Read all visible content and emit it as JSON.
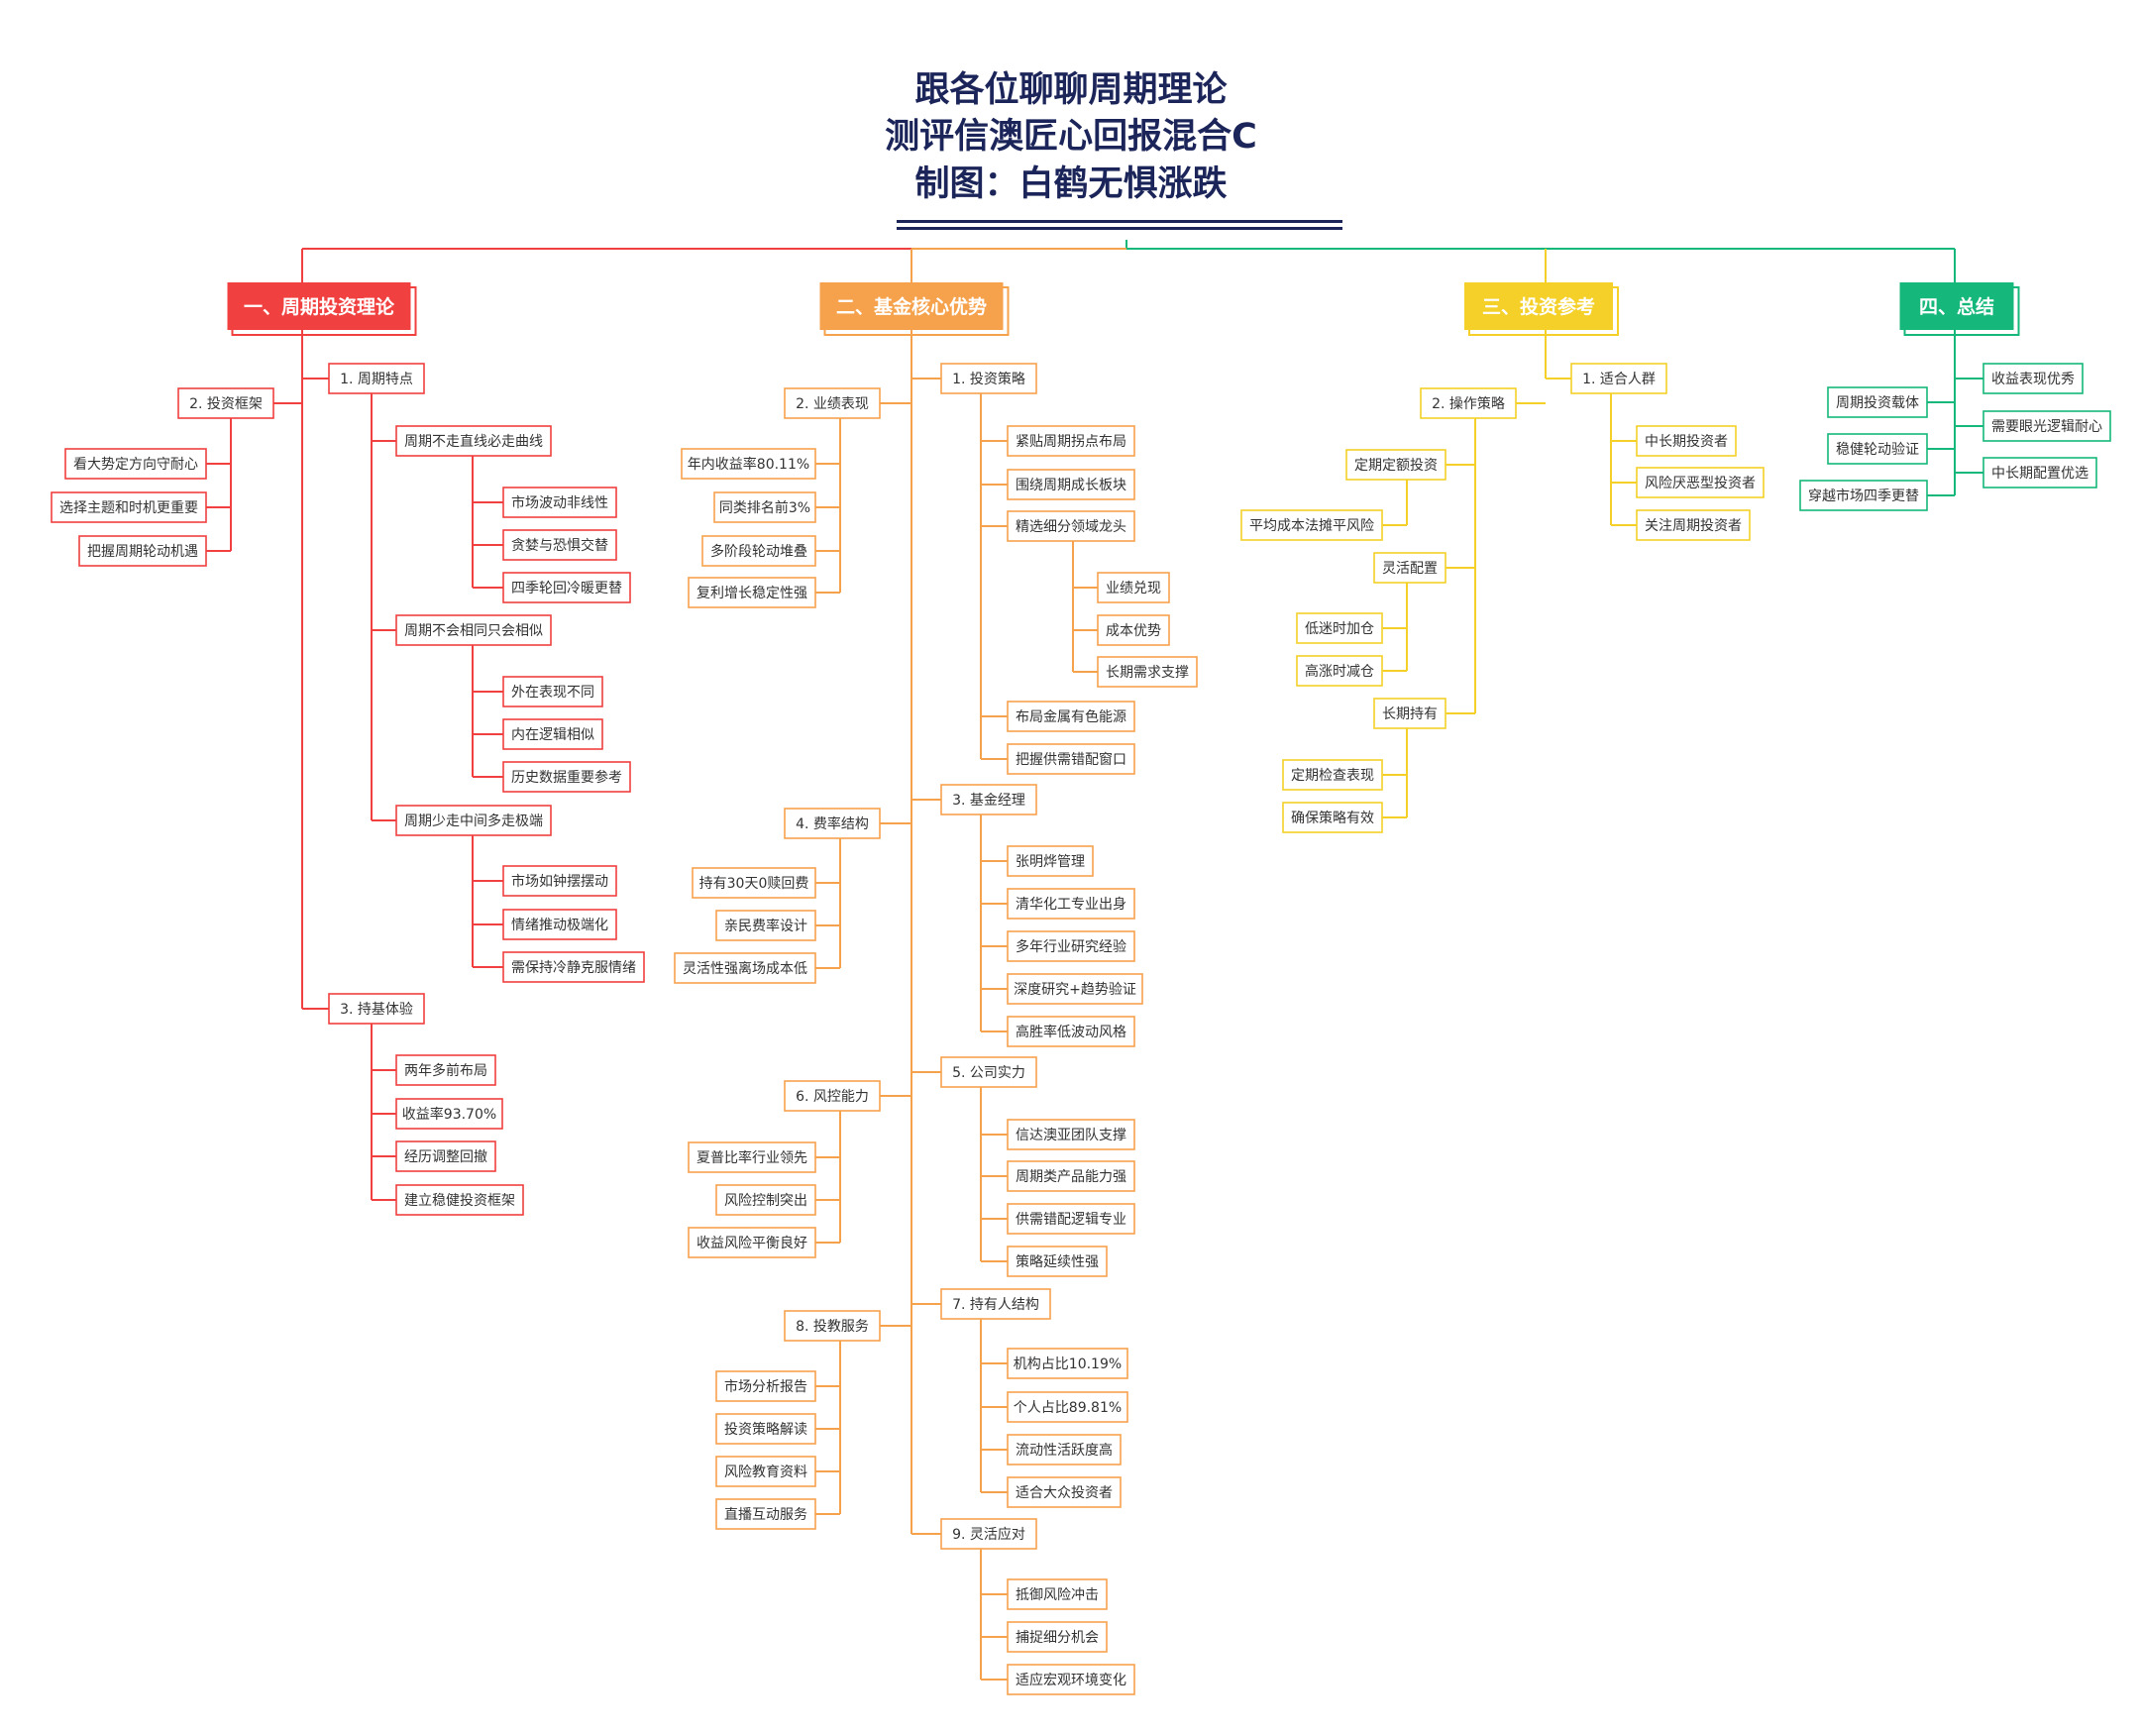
{
  "title": {
    "line1": "跟各位聊聊周期理论",
    "line2": "测评信澳匠心回报混合C",
    "line3": "制图：白鹤无惧涨跌"
  },
  "colors": {
    "red": "#f0403f",
    "orange": "#f6a24c",
    "yellow": "#f4d028",
    "green": "#15b87a",
    "title": "#1b2559"
  },
  "branches": [
    {
      "label": "一、周期投资理论",
      "color": "red",
      "groups": [
        {
          "label": "1. 周期特点",
          "subgroups": [
            {
              "label": "周期不走直线必走曲线",
              "items": [
                "市场波动非线性",
                "贪婪与恐惧交替",
                "四季轮回冷暖更替"
              ]
            },
            {
              "label": "周期不会相同只会相似",
              "items": [
                "外在表现不同",
                "内在逻辑相似",
                "历史数据重要参考"
              ]
            },
            {
              "label": "周期少走中间多走极端",
              "items": [
                "市场如钟摆摆动",
                "情绪推动极端化",
                "需保持冷静克服情绪"
              ]
            }
          ]
        },
        {
          "label": "2. 投资框架",
          "items": [
            "看大势定方向守耐心",
            "选择主题和时机更重要",
            "把握周期轮动机遇"
          ]
        },
        {
          "label": "3. 持基体验",
          "items": [
            "两年多前布局",
            "收益率93.70%",
            "经历调整回撤",
            "建立稳健投资框架"
          ]
        }
      ]
    },
    {
      "label": "二、基金核心优势",
      "color": "orange",
      "groups": [
        {
          "label": "1. 投资策略",
          "items": [
            "紧贴周期拐点布局",
            "围绕周期成长板块"
          ],
          "subgroups": [
            {
              "label": "精选细分领域龙头",
              "items": [
                "业绩兑现",
                "成本优势",
                "长期需求支撑"
              ]
            }
          ],
          "items_after": [
            "布局金属有色能源",
            "把握供需错配窗口"
          ]
        },
        {
          "label": "2. 业绩表现",
          "items": [
            "年内收益率80.11%",
            "同类排名前3%",
            "多阶段轮动堆叠",
            "复利增长稳定性强"
          ]
        },
        {
          "label": "3. 基金经理",
          "items": [
            "张明烨管理",
            "清华化工专业出身",
            "多年行业研究经验",
            "深度研究+趋势验证",
            "高胜率低波动风格"
          ]
        },
        {
          "label": "4. 费率结构",
          "items": [
            "持有30天0赎回费",
            "亲民费率设计",
            "灵活性强离场成本低"
          ]
        },
        {
          "label": "5. 公司实力",
          "items": [
            "信达澳亚团队支撑",
            "周期类产品能力强",
            "供需错配逻辑专业",
            "策略延续性强"
          ]
        },
        {
          "label": "6. 风控能力",
          "items": [
            "夏普比率行业领先",
            "风险控制突出",
            "收益风险平衡良好"
          ]
        },
        {
          "label": "7. 持有人结构",
          "items": [
            "机构占比10.19%",
            "个人占比89.81%",
            "流动性活跃度高",
            "适合大众投资者"
          ]
        },
        {
          "label": "8. 投教服务",
          "items": [
            "市场分析报告",
            "投资策略解读",
            "风险教育资料",
            "直播互动服务"
          ]
        },
        {
          "label": "9. 灵活应对",
          "items": [
            "抵御风险冲击",
            "捕捉细分机会",
            "适应宏观环境变化"
          ]
        }
      ]
    },
    {
      "label": "三、投资参考",
      "color": "yellow",
      "groups": [
        {
          "label": "1. 适合人群",
          "items": [
            "中长期投资者",
            "风险厌恶型投资者",
            "关注周期投资者"
          ]
        },
        {
          "label": "2. 操作策略",
          "subgroups": [
            {
              "label": "定期定额投资",
              "items": [
                "平均成本法摊平风险"
              ]
            },
            {
              "label": "灵活配置",
              "items": [
                "低迷时加仓",
                "高涨时减仓"
              ]
            },
            {
              "label": "长期持有",
              "items": [
                "定期检查表现",
                "确保策略有效"
              ]
            }
          ]
        }
      ]
    },
    {
      "label": "四、总结",
      "color": "green",
      "right": [
        "收益表现优秀",
        "需要眼光逻辑耐心",
        "中长期配置优选"
      ],
      "left": [
        "周期投资载体",
        "稳健轮动验证",
        "穿越市场四季更替"
      ]
    }
  ]
}
